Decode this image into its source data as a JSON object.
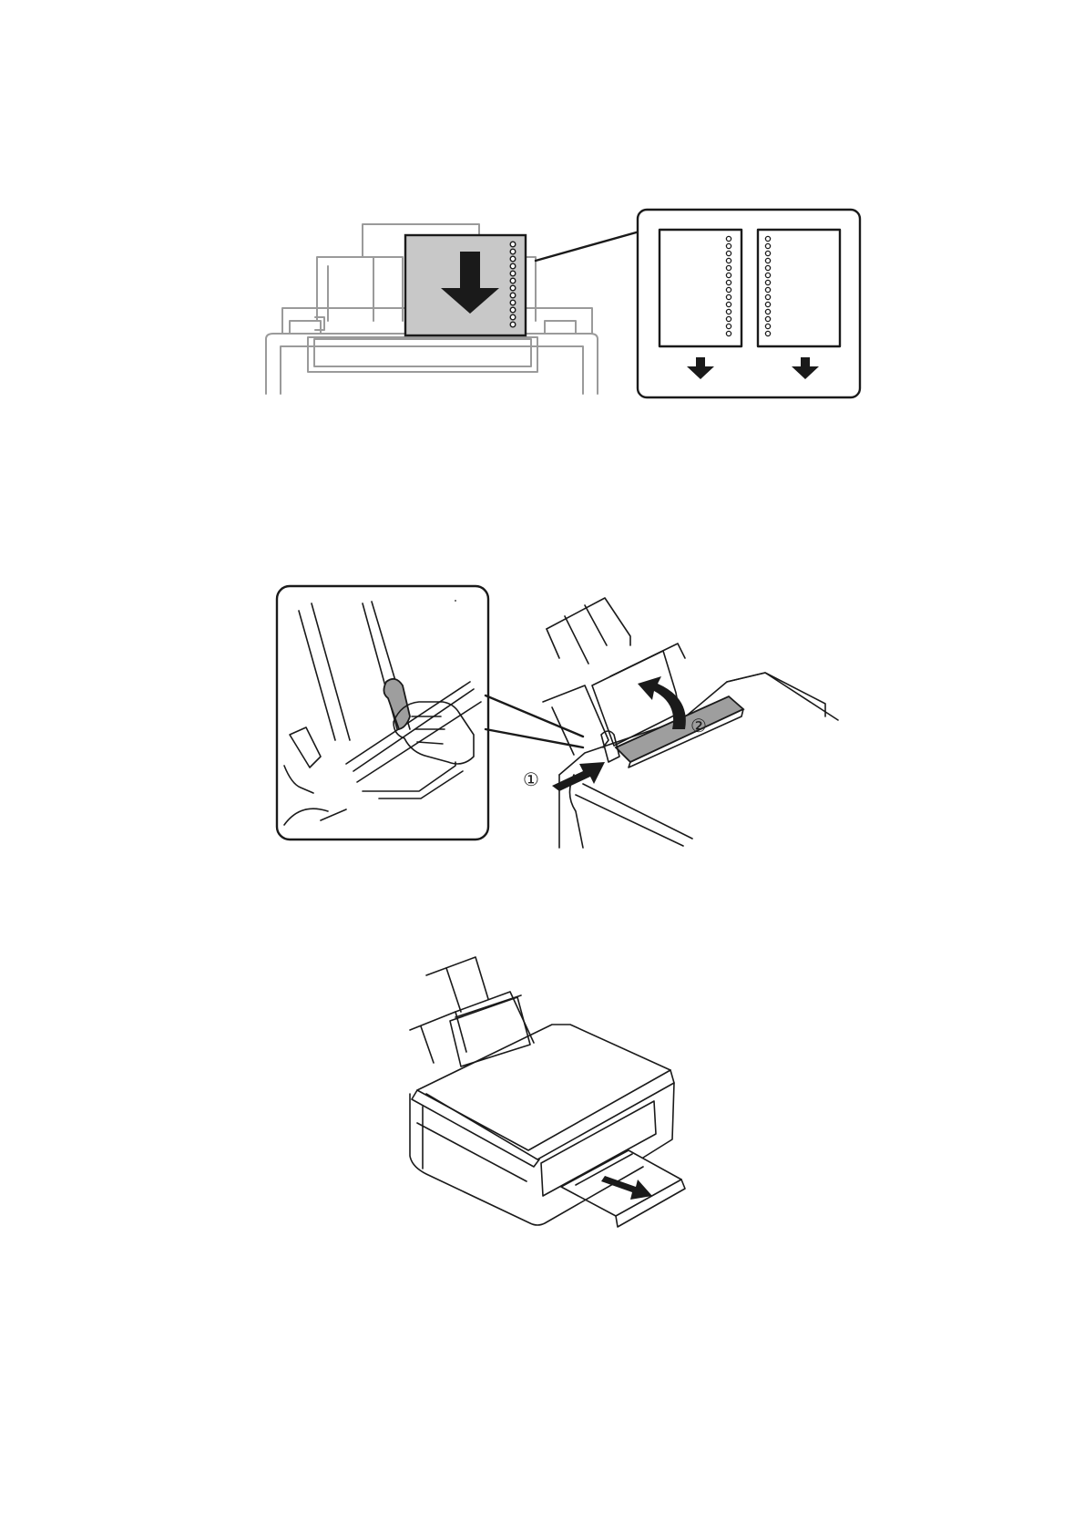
{
  "figures": [
    {
      "id": "load-punched-paper",
      "steps": [],
      "icons": [
        "paper-down-arrow-icon",
        "punched-hole-icon",
        "feed-direction-arrow-icon"
      ]
    },
    {
      "id": "slide-edge-guide-close-feeder-guard",
      "steps": [
        {
          "number": "①",
          "action": "slide-edge-guide"
        },
        {
          "number": "②",
          "action": "close-feeder-guard"
        }
      ],
      "icons": [
        "hand-icon",
        "push-arrow-icon",
        "curved-arrow-icon"
      ]
    },
    {
      "id": "slide-out-output-tray",
      "steps": [],
      "icons": [
        "printer-icon",
        "pull-arrow-icon"
      ]
    }
  ],
  "colors": {
    "line_dark": "#1a1a1a",
    "line_light": "#9a9a9a",
    "paper_fill": "#c8c8c8",
    "guard_fill": "#9e9e9e",
    "background": "#ffffff"
  }
}
